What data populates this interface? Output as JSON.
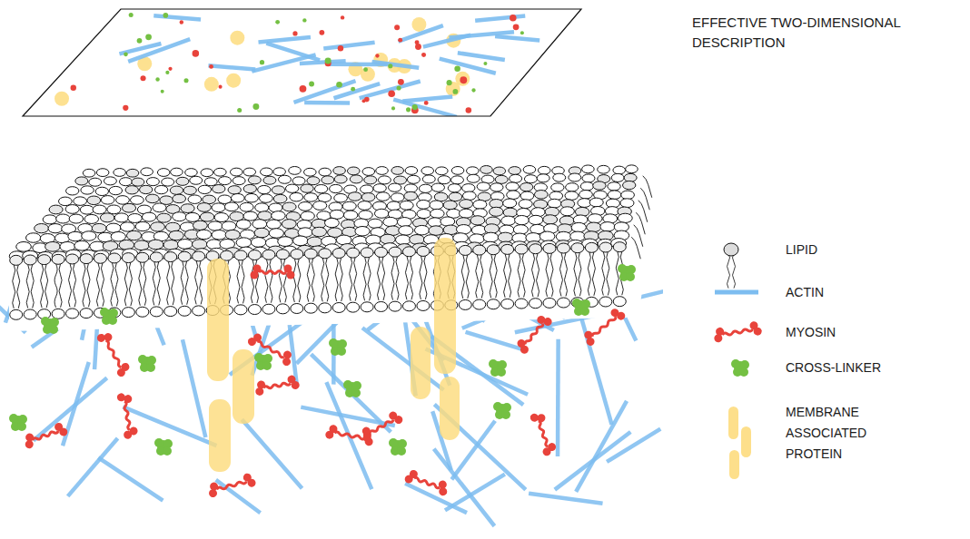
{
  "diagram": {
    "labels": [
      "EFFECTIVE TWO-DIMENSIONAL DESCRIPTION"
    ],
    "legend": [
      {
        "text": "LIPID"
      },
      {
        "text": "ACTIN"
      },
      {
        "text": "MYOSIN"
      },
      {
        "text": "CROSS-LINKER"
      },
      {
        "text": "MEMBRANE ASSOCIATED PROTEIN"
      }
    ]
  }
}
